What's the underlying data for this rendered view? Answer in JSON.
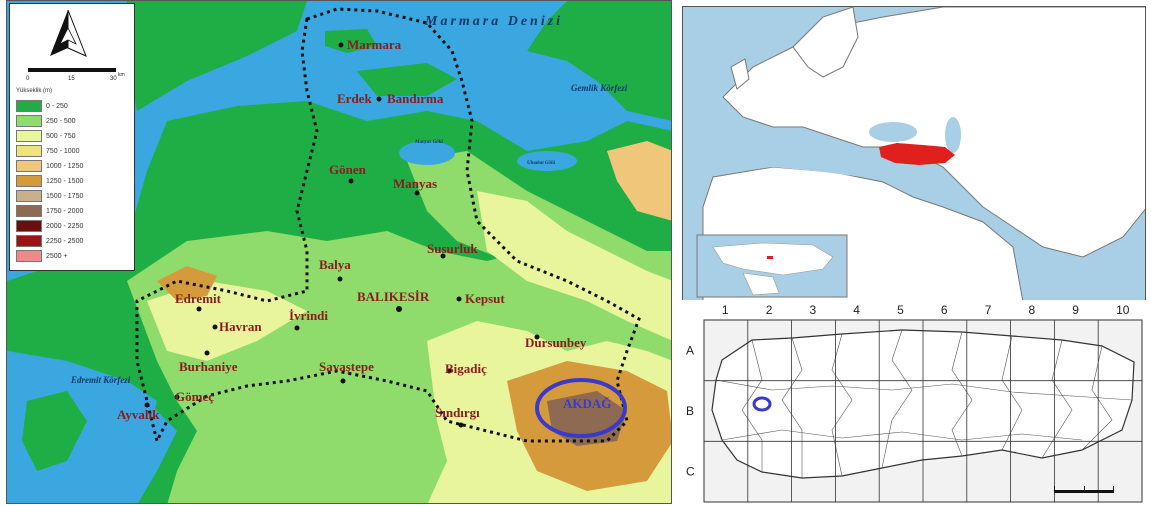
{
  "main_map": {
    "sea_title": "Marmara Denizi",
    "bays": {
      "edremit": "Edremit Körfezi",
      "gemlik": "Gemlik Körfezi"
    },
    "lakes": {
      "manyas": "Manyas Gölü",
      "uluabat": "Uluabat Gölü"
    },
    "towns": {
      "marmara": "Marmara",
      "erdek": "Erdek",
      "bandirma": "Bandırma",
      "gonen": "Gönen",
      "manyas": "Manyas",
      "susurluk": "Susurluk",
      "balya": "Balya",
      "balikesir": "BALIKESİR",
      "kepsut": "Kepsut",
      "edremit": "Edremit",
      "havran": "Havran",
      "ivrindi": "İvrindi",
      "dursunbey": "Dursunbey",
      "burhaniye": "Burhaniye",
      "savastepe": "Savaştepe",
      "bigadic": "Bigadiç",
      "gomec": "Gömeç",
      "ayvalik": "Ayvalık",
      "sindirgi": "Sındırgı",
      "akdag": "AKDAĞ"
    },
    "scale": {
      "ticks": [
        "0",
        "15",
        "30"
      ],
      "unit": "km"
    },
    "legend": {
      "title": "Yükseklik (m)",
      "classes": [
        {
          "label": "0 - 250",
          "color": "#1fae45"
        },
        {
          "label": "250 - 500",
          "color": "#8fdc6c"
        },
        {
          "label": "500 - 750",
          "color": "#e8f59c"
        },
        {
          "label": "750 - 1000",
          "color": "#efe37a"
        },
        {
          "label": "1000 - 1250",
          "color": "#f0c77a"
        },
        {
          "label": "1250 - 1500",
          "color": "#d49a3c"
        },
        {
          "label": "1500 - 1750",
          "color": "#c7b08a"
        },
        {
          "label": "1750 - 2000",
          "color": "#8f6a52"
        },
        {
          "label": "2000 - 2250",
          "color": "#6a0f0f"
        },
        {
          "label": "2250 - 2500",
          "color": "#9a1414"
        },
        {
          "label": "2500 +",
          "color": "#f08a8a"
        }
      ]
    }
  },
  "grid_map": {
    "columns": [
      "1",
      "2",
      "3",
      "4",
      "5",
      "6",
      "7",
      "8",
      "9",
      "10"
    ],
    "rows": [
      "A",
      "B",
      "C"
    ]
  },
  "colors": {
    "sea": "#3aa7e0",
    "turkey_highlight": "#e0201c",
    "study_area_ring": "#3a3ac8",
    "boundary": "#111111"
  }
}
